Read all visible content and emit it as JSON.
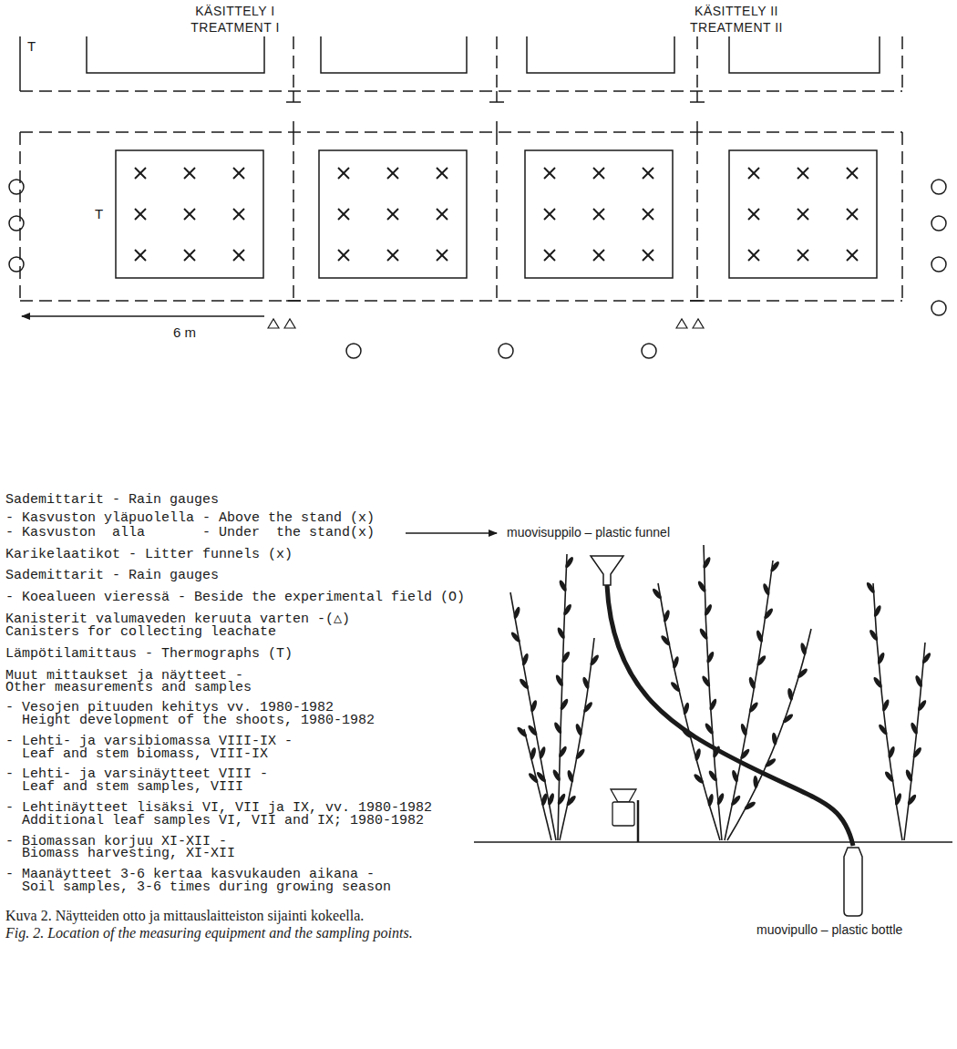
{
  "diagram": {
    "caption": "Kuva 2. Näytteiden otto ja mittauslaitteiston sijainti kokeella.",
    "labels": [
      "KÄSITTELY I",
      "TREATMENT I",
      "KÄSITTELY II",
      "TREATMENT II",
      "T",
      "T",
      "6 m",
      "Sademittarit - Rain gauges",
      "- Kasvuston yläpuolella - Above the stand (x)",
      "- Kasvuston  alla       - Under  the stand(x)",
      "Karikelaatikot - Litter funnels (x)",
      "Sademittarit - Rain gauges",
      "- Koealueen vieressä - Beside the experimental field (O)",
      "Kanisterit valumaveden keruuta varten -(△)",
      "Canisters for collecting leachate",
      "Lämpötilamittaus - Thermographs (T)",
      "Muut mittaukset ja näytteet -",
      "Other measurements and samples",
      "- Vesojen pituuden kehitys vv. 1980-1982",
      "Height development of the shoots, 1980-1982",
      "- Lehti- ja varsibiomassa VIII-IX -",
      "Leaf and stem biomass, VIII-IX",
      "- Lehti- ja varsinäytteet VIII -",
      "Leaf and stem samples, VIII",
      "- Lehtinäytteet lisäksi VI, VII ja IX, vv. 1980-1982",
      "Additional leaf samples VI, VII and IX; 1980-1982",
      "- Biomassan korjuu XI-XII -",
      "Biomass harvesting, XI-XII",
      "- Maanäytteet 3-6 kertaa kasvukauden aikana -",
      "Soil samples, 3-6 times during growing season",
      "muovisuppilo – plastic funnel",
      "muovipullo – plastic bottle",
      "Fig. 2. Location of the measuring equipment and the sampling points."
    ]
  }
}
